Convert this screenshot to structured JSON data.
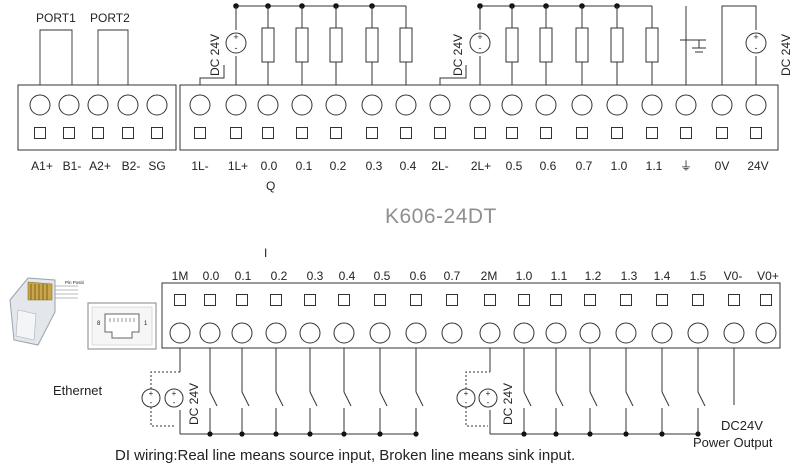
{
  "model": "K606-24DT",
  "top_left_group_labels": [
    "PORT1",
    "PORT2"
  ],
  "top_left_terminals": [
    "A1+",
    "B1-",
    "A2+",
    "B2-",
    "SG"
  ],
  "top_right_terminals": [
    "1L-",
    "1L+",
    "0.0",
    "0.1",
    "0.2",
    "0.3",
    "0.4",
    "2L-",
    "2L+",
    "0.5",
    "0.6",
    "0.7",
    "1.0",
    "1.1",
    "⏚",
    "0V",
    "24V"
  ],
  "output_group_label": "Q",
  "input_group_label": "I",
  "bottom_terminals": [
    "1M",
    "0.0",
    "0.1",
    "0.2",
    "0.3",
    "0.4",
    "0.5",
    "0.6",
    "0.7",
    "2M",
    "1.0",
    "1.1",
    "1.2",
    "1.3",
    "1.4",
    "1.5",
    "V0-",
    "V0+"
  ],
  "supply_label": "DC 24V",
  "ethernet_label": "Ethernet",
  "power_output_label": [
    "DC24V",
    "Power Output"
  ],
  "rj45_label": "Pin Positi",
  "caption": "DI wiring:Real line means source input, Broken line means sink input."
}
